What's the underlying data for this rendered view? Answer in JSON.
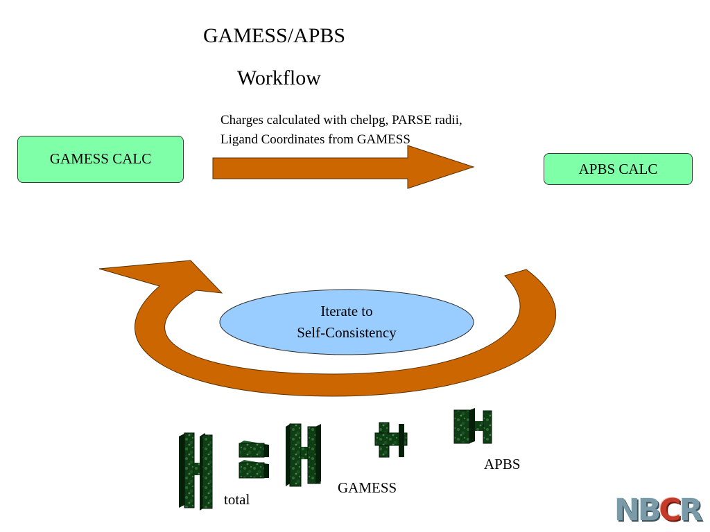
{
  "title": {
    "line1": "GAMESS/APBS",
    "line2": "Workflow"
  },
  "arrow_note": {
    "line1": "Charges calculated with chelpg, PARSE radii,",
    "line2": "Ligand Coordinates from GAMESS"
  },
  "nodes": {
    "gamess_calc": "GAMESS CALC",
    "apbs_calc": "APBS CALC"
  },
  "cycle": {
    "line1": "Iterate to",
    "line2": "Self-Consistency"
  },
  "captions": {
    "total": "total",
    "gamess": "GAMESS",
    "apbs": "APBS"
  },
  "logo": {
    "text_a": "NB",
    "text_c": "C",
    "text_b": "R"
  },
  "colors": {
    "node_fill": "#7fffa8",
    "arrow_fill": "#cc6600",
    "ellipse_fill": "#99ccff",
    "molecule_fill": "#0f3d14"
  }
}
